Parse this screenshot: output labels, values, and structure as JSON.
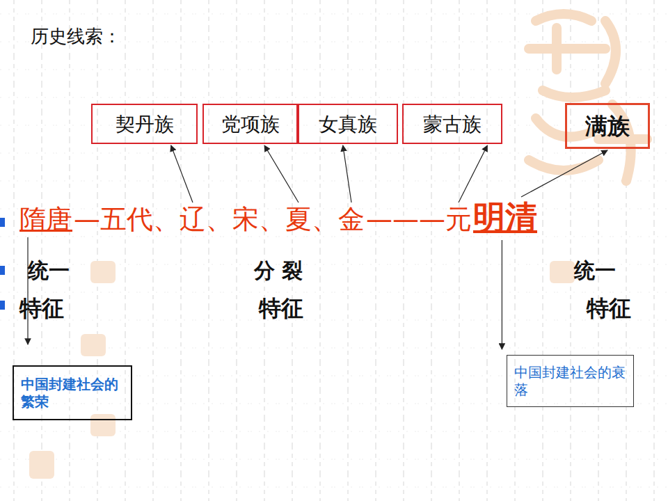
{
  "diagram": {
    "title": "历史线索：",
    "nodes": [
      {
        "text": [
          "契丹族"
        ]
      },
      {
        "text": [
          "党项族"
        ]
      },
      {
        "text": [
          "女真族"
        ]
      },
      {
        "text": [
          "蒙古族"
        ]
      },
      {
        "text": [
          "满族"
        ]
      },
      {
        "text": [
          "中国封建社会的繁荣"
        ]
      },
      {
        "text": [
          "中国封建社会的衰落"
        ]
      }
    ],
    "labels": [
      "隋唐",
      "—五代、辽、宋、夏、金",
      "———元",
      "明清",
      "统一",
      "分 裂",
      "统一",
      "特征",
      "特征",
      "特征"
    ]
  }
}
